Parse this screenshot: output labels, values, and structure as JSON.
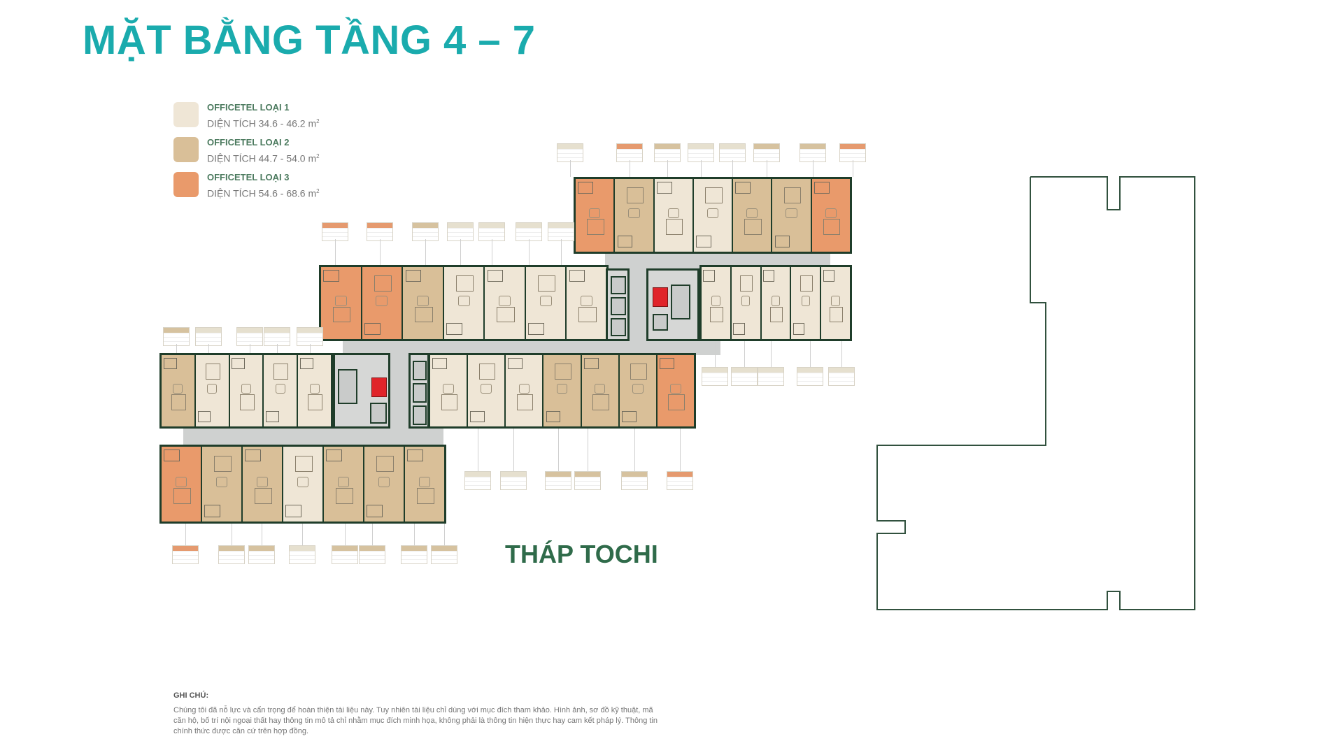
{
  "header": {
    "title": "MẶT BẰNG TẦNG 4 – 7"
  },
  "colors": {
    "title": "#1aabad",
    "tower_label": "#2f6b4a",
    "type1": "#efe6d6",
    "type2": "#d9bf98",
    "type3": "#e99a6b",
    "walls": "#1f3d2a",
    "corridor": "#cfd1d0",
    "core_red": "#e0242a"
  },
  "legend": {
    "items": [
      {
        "name": "OFFICETEL LOẠI 1",
        "area": "DIỆN TÍCH 34.6 - 46.2 m",
        "unit_sup": "2",
        "color": "#efe6d6"
      },
      {
        "name": "OFFICETEL LOẠI 2",
        "area": "DIỆN TÍCH 44.7 - 54.0 m",
        "unit_sup": "2",
        "color": "#d9bf98"
      },
      {
        "name": "OFFICETEL LOẠI 3",
        "area": "DIỆN TÍCH 54.6 - 68.6 m",
        "unit_sup": "2",
        "color": "#e99a6b"
      }
    ]
  },
  "floorplan": {
    "tower_label": "THÁP TOCHI",
    "blocks": {
      "top": [
        "type3",
        "type2",
        "type1",
        "type1",
        "type2",
        "type2",
        "type3"
      ],
      "middle_upper_left": [
        "type3",
        "type3",
        "type2",
        "type1",
        "type1",
        "type1",
        "type1"
      ],
      "middle_upper_right": [
        "type1",
        "type1",
        "type1",
        "type1",
        "type1"
      ],
      "middle_lower_left": [
        "type2",
        "type1",
        "type1",
        "type1",
        "type1"
      ],
      "middle_lower_right": [
        "type1",
        "type1",
        "type1",
        "type2",
        "type2",
        "type2",
        "type3"
      ],
      "bottom": [
        "type3",
        "type2",
        "type2",
        "type1",
        "type2",
        "type2",
        "type2"
      ]
    },
    "unit_tags": {
      "top_row": [
        "type1",
        "type3",
        "type2",
        "type1",
        "type1",
        "type2",
        "type2",
        "type3"
      ],
      "upper_middle_row": [
        "type3",
        "type3",
        "type2",
        "type1",
        "type1",
        "type1",
        "type1"
      ],
      "left_middle_row": [
        "type2",
        "type1",
        "type1",
        "type1",
        "type1"
      ],
      "right_middle_row": [
        "type1",
        "type1",
        "type1",
        "type1",
        "type1"
      ],
      "lower_right_row": [
        "type1",
        "type1",
        "type2",
        "type2",
        "type2",
        "type3"
      ],
      "bottom_row": [
        "type3",
        "type2",
        "type2",
        "type1",
        "type2",
        "type2",
        "type2",
        "type2"
      ]
    }
  },
  "note": {
    "title": "GHI CHÚ:",
    "body": "Chúng tôi đã nỗ lực và cẩn trọng để hoàn thiện tài liệu này. Tuy nhiên tài liệu chỉ dùng với mục đích tham khảo. Hình ảnh, sơ đồ kỹ thuật, mã căn hộ, bố trí nội ngoại thất hay thông tin mô tả chỉ nhằm mục đích minh họa, không phải là thông tin hiện thực hay cam kết pháp lý. Thông tin chính thức được căn cứ trên hợp đồng."
  }
}
